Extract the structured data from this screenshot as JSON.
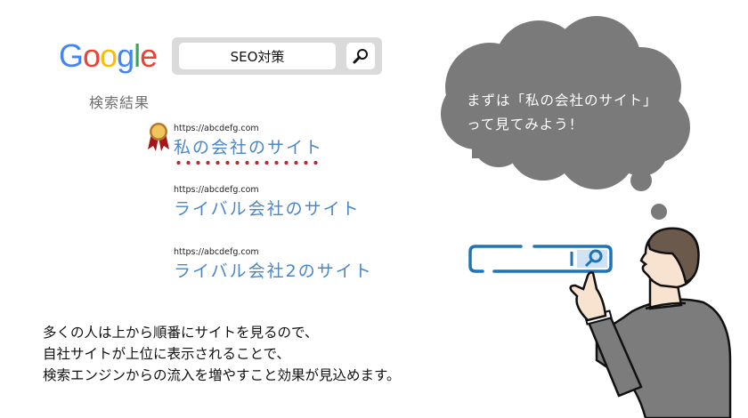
{
  "google_logo": {
    "letters": [
      "G",
      "o",
      "o",
      "g",
      "l",
      "e"
    ],
    "colors": [
      "#4285F4",
      "#EA4335",
      "#FBBC05",
      "#4285F4",
      "#34A853",
      "#EA4335"
    ]
  },
  "search": {
    "query": "SEO対策",
    "button_icon": "magnifier-icon"
  },
  "results_label": "検索結果",
  "results": [
    {
      "url": "https://abcdefg.com",
      "title": "私の会社のサイト",
      "badge": "award-ribbon-icon",
      "highlighted": true
    },
    {
      "url": "https://abcdefg.com",
      "title": "ライバル会社のサイト"
    },
    {
      "url": "https://abcdefg.com",
      "title": "ライバル会社2のサイト"
    }
  ],
  "thought_bubble": {
    "line1": "まずは「私の会社のサイト」",
    "line2": "って見てみよう！",
    "color": "#7a7a7a"
  },
  "explanation": {
    "line1": "多くの人は上から順番にサイトを見るので、",
    "line2": "自社サイトが上位に表示されることで、",
    "line3": "検索エンジンからの流入を増やすこと効果が見込めます。"
  },
  "illustration": {
    "search_bar_color": "#1f73b7",
    "suit_color": "#7c7c7c",
    "hair_color": "#6b5a4b",
    "skin_color": "#f7e3cf"
  }
}
